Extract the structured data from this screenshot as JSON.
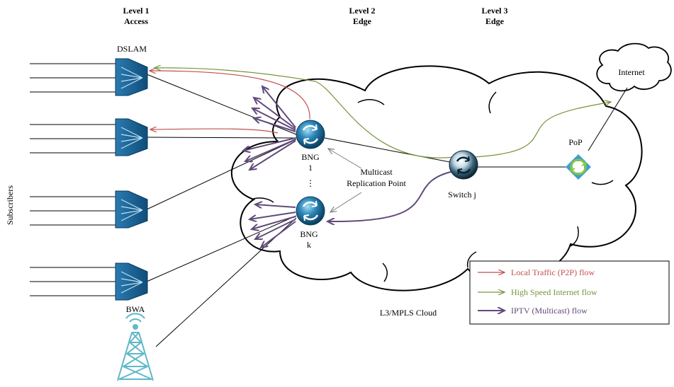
{
  "levels": [
    {
      "title": "Level 1",
      "subtitle": "Access"
    },
    {
      "title": "Level 2",
      "subtitle": "Edge"
    },
    {
      "title": "Level 3",
      "subtitle": "Edge"
    }
  ],
  "labels": {
    "dslam": "DSLAM",
    "bwa": "BWA",
    "subscribers": "Subscribers",
    "bng1_name": "BNG",
    "bng1_index": "1",
    "ellipsis": "⋮",
    "bngk_name": "BNG",
    "bngk_index": "k",
    "switch": "Switch j",
    "pop": "PoP",
    "internet": "Internet",
    "multicast_line1": "Multicast",
    "multicast_line2": "Replication Point",
    "cloud": "L3/MPLS Cloud"
  },
  "legend": [
    {
      "label": "Local Traffic (P2P) flow",
      "color": "#c0504d"
    },
    {
      "label": "High Speed Internet flow",
      "color": "#77933c"
    },
    {
      "label": "IPTV (Multicast) flow",
      "color": "#604a7b"
    }
  ],
  "colors": {
    "p2p": "#c0504d",
    "internet": "#77933c",
    "iptv": "#604a7b",
    "dslam": "#1f5f8f",
    "tower": "#5fb8c8",
    "router": "#1a6e9a"
  }
}
